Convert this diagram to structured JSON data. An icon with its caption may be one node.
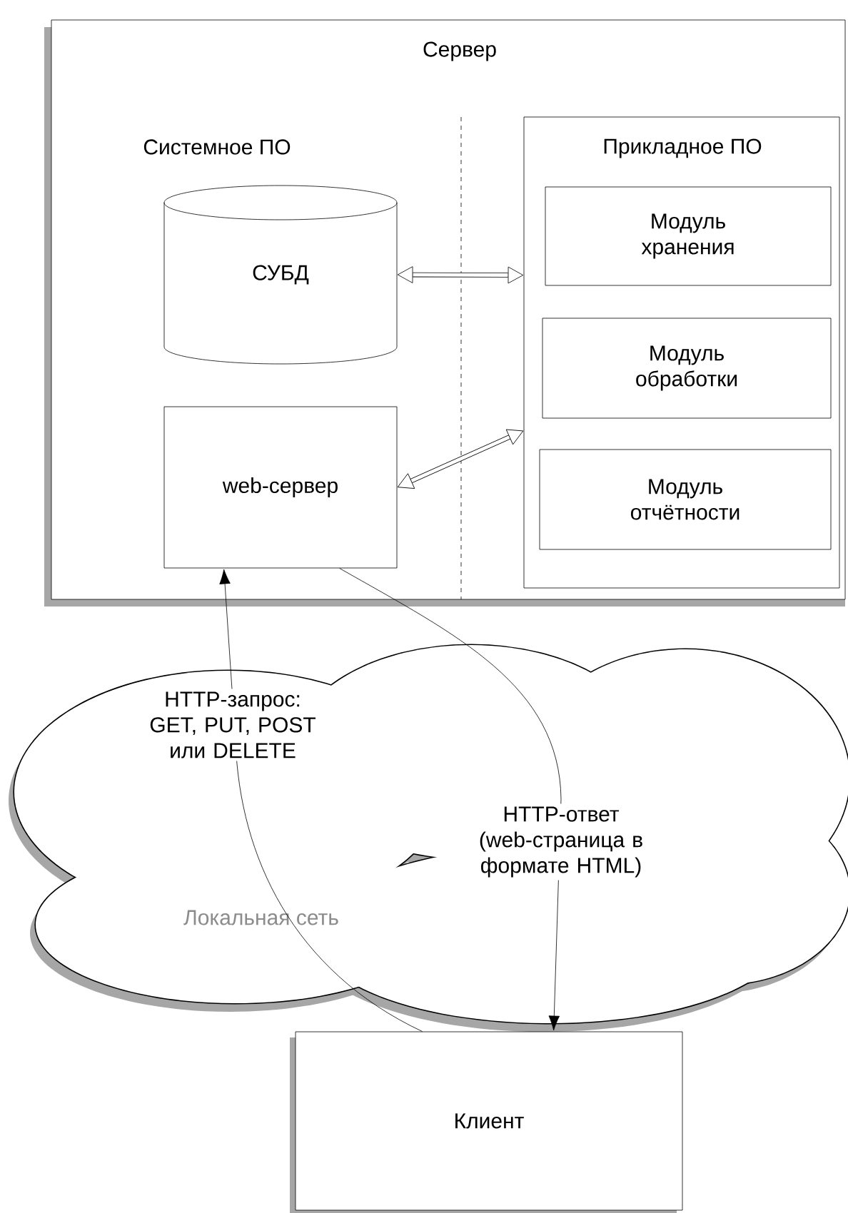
{
  "diagram": {
    "nodes": [
      {
        "text": [
          "Сервер"
        ]
      },
      {
        "text": [
          "СУБД"
        ],
        "in": 0
      },
      {
        "text": [
          "web-сервер"
        ],
        "in": 0
      },
      {
        "text": [
          "Прикладное ПО"
        ],
        "in": 0
      },
      {
        "text": [
          "Модуль хранения"
        ],
        "in": 3
      },
      {
        "text": [
          "Модуль обработки"
        ],
        "in": 3
      },
      {
        "text": [
          "Модуль отчётности"
        ],
        "in": 3
      },
      {
        "text": [
          "Клиент"
        ]
      }
    ],
    "edges": [
      {
        "from": 1,
        "to": 3,
        "arrow": "both",
        "style": "thick"
      },
      {
        "from": 2,
        "to": 3,
        "arrow": "both",
        "style": "thick"
      },
      {
        "from": 7,
        "to": 2,
        "arrow": "to",
        "label": "HTTP-запрос: GET, PUT, POST или DELETE"
      },
      {
        "from": 2,
        "to": 7,
        "arrow": "to",
        "label": "HTTP-ответ (web-страница в формате HTML)"
      }
    ],
    "labels": [
      "Системное ПО",
      "Локальная сеть"
    ]
  }
}
